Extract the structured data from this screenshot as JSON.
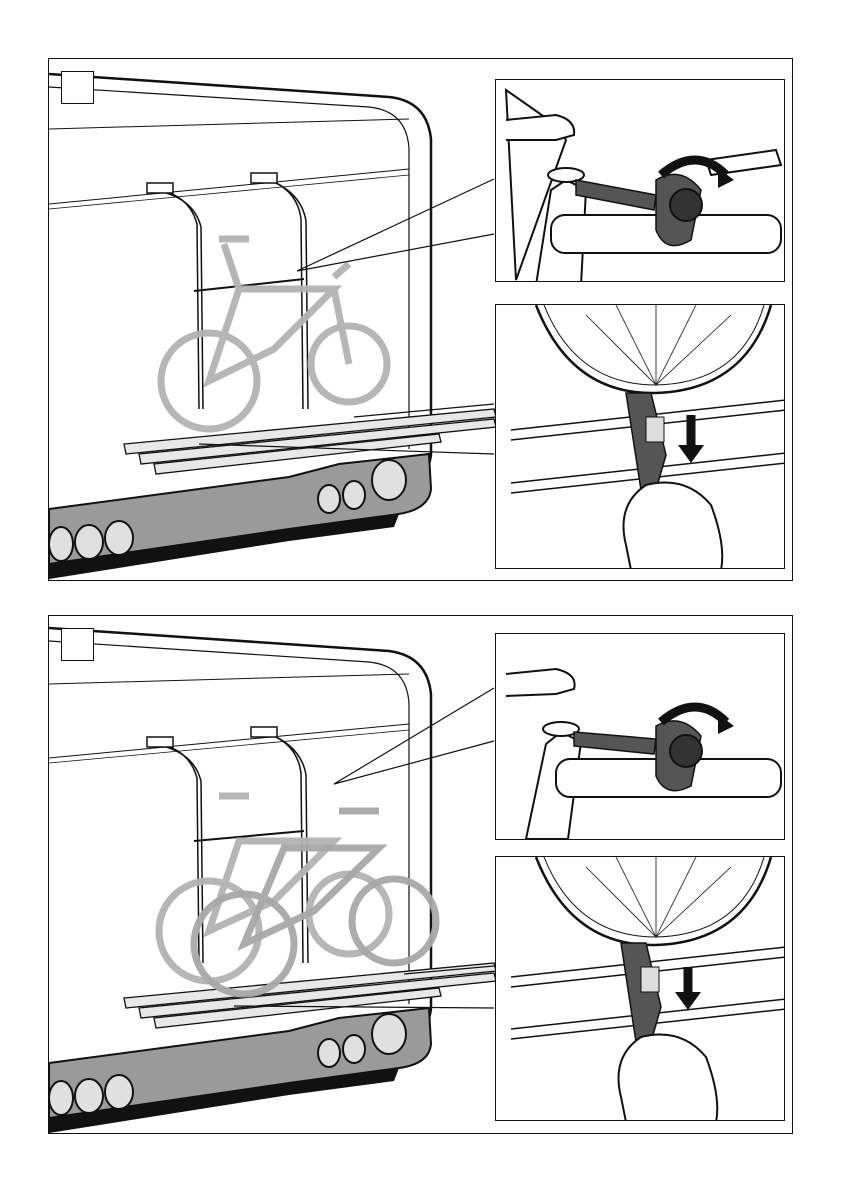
{
  "panels": [
    {
      "id": 1,
      "step_number": "",
      "bikes_loaded": 1,
      "details": [
        "frame-holder-knob",
        "wheel-strap"
      ]
    },
    {
      "id": 2,
      "step_number": "",
      "bikes_loaded": 2,
      "details": [
        "frame-holder-knob",
        "wheel-strap"
      ]
    }
  ],
  "colors": {
    "line": "#111111",
    "bike": "#b3b3b3",
    "bike_stroke": "#8f8f8f",
    "strap": "#555555",
    "bumper": "#9a9a9a",
    "rail": "#e8e8e8"
  }
}
